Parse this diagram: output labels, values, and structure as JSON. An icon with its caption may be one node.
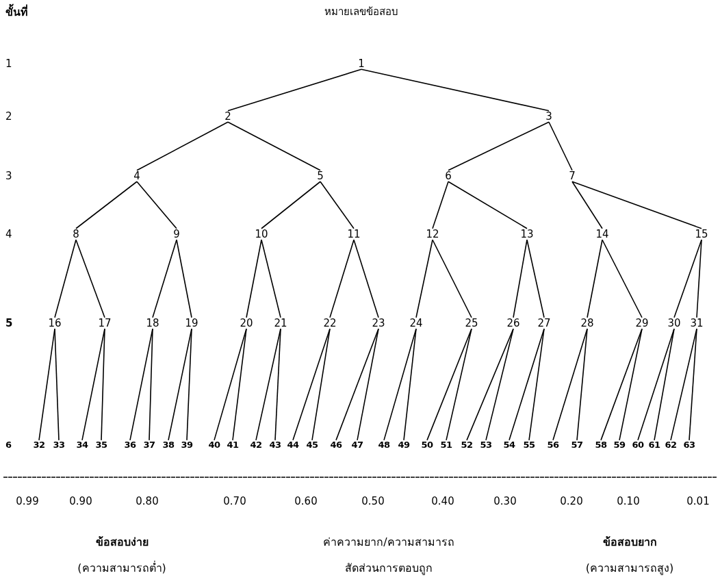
{
  "diagram": {
    "nodes": [
      {
        "text": [
          "1"
        ]
      },
      {
        "text": [
          "2"
        ]
      },
      {
        "text": [
          "3"
        ]
      },
      {
        "text": [
          "4"
        ]
      },
      {
        "text": [
          "5"
        ]
      },
      {
        "text": [
          "6"
        ]
      },
      {
        "text": [
          "7"
        ]
      },
      {
        "text": [
          "8"
        ]
      },
      {
        "text": [
          "9"
        ]
      },
      {
        "text": [
          "10"
        ]
      },
      {
        "text": [
          "11"
        ]
      },
      {
        "text": [
          "12"
        ]
      },
      {
        "text": [
          "13"
        ]
      },
      {
        "text": [
          "14"
        ]
      },
      {
        "text": [
          "15"
        ]
      },
      {
        "text": [
          "16"
        ]
      },
      {
        "text": [
          "17"
        ]
      },
      {
        "text": [
          "18"
        ]
      },
      {
        "text": [
          "19"
        ]
      },
      {
        "text": [
          "20"
        ]
      },
      {
        "text": [
          "21"
        ]
      },
      {
        "text": [
          "22"
        ]
      },
      {
        "text": [
          "23"
        ]
      },
      {
        "text": [
          "24"
        ]
      },
      {
        "text": [
          "25"
        ]
      },
      {
        "text": [
          "26"
        ]
      },
      {
        "text": [
          "27"
        ]
      },
      {
        "text": [
          "28"
        ]
      },
      {
        "text": [
          "29"
        ]
      },
      {
        "text": [
          "30"
        ]
      },
      {
        "text": [
          "31"
        ]
      },
      {
        "text": [
          "32"
        ]
      },
      {
        "text": [
          "33"
        ]
      },
      {
        "text": [
          "34"
        ]
      },
      {
        "text": [
          "35"
        ]
      },
      {
        "text": [
          "36"
        ]
      },
      {
        "text": [
          "37"
        ]
      },
      {
        "text": [
          "38"
        ]
      },
      {
        "text": [
          "39"
        ]
      },
      {
        "text": [
          "40"
        ]
      },
      {
        "text": [
          "41"
        ]
      },
      {
        "text": [
          "42"
        ]
      },
      {
        "text": [
          "43"
        ]
      },
      {
        "text": [
          "44"
        ]
      },
      {
        "text": [
          "45"
        ]
      },
      {
        "text": [
          "46"
        ]
      },
      {
        "text": [
          "47"
        ]
      },
      {
        "text": [
          "48"
        ]
      },
      {
        "text": [
          "49"
        ]
      },
      {
        "text": [
          "50"
        ]
      },
      {
        "text": [
          "51"
        ]
      },
      {
        "text": [
          "52"
        ]
      },
      {
        "text": [
          "53"
        ]
      },
      {
        "text": [
          "54"
        ]
      },
      {
        "text": [
          "55"
        ]
      },
      {
        "text": [
          "56"
        ]
      },
      {
        "text": [
          "57"
        ]
      },
      {
        "text": [
          "58"
        ]
      },
      {
        "text": [
          "59"
        ]
      },
      {
        "text": [
          "60"
        ]
      },
      {
        "text": [
          "61"
        ]
      },
      {
        "text": [
          "62"
        ]
      },
      {
        "text": [
          "63"
        ]
      }
    ],
    "edges": [
      {
        "from": 0,
        "to": 1,
        "arrow": "none"
      },
      {
        "from": 0,
        "to": 2,
        "arrow": "none"
      },
      {
        "from": 1,
        "to": 3,
        "arrow": "none"
      },
      {
        "from": 1,
        "to": 4,
        "arrow": "none"
      },
      {
        "from": 2,
        "to": 5,
        "arrow": "none"
      },
      {
        "from": 2,
        "to": 6,
        "arrow": "none"
      },
      {
        "from": 3,
        "to": 7,
        "arrow": "none"
      },
      {
        "from": 3,
        "to": 8,
        "arrow": "none"
      },
      {
        "from": 4,
        "to": 9,
        "arrow": "none"
      },
      {
        "from": 4,
        "to": 10,
        "arrow": "none"
      },
      {
        "from": 5,
        "to": 11,
        "arrow": "none"
      },
      {
        "from": 5,
        "to": 12,
        "arrow": "none"
      },
      {
        "from": 6,
        "to": 13,
        "arrow": "none"
      },
      {
        "from": 6,
        "to": 14,
        "arrow": "none"
      },
      {
        "from": 7,
        "to": 15,
        "arrow": "none"
      },
      {
        "from": 7,
        "to": 16,
        "arrow": "none"
      },
      {
        "from": 8,
        "to": 17,
        "arrow": "none"
      },
      {
        "from": 8,
        "to": 18,
        "arrow": "none"
      },
      {
        "from": 9,
        "to": 19,
        "arrow": "none"
      },
      {
        "from": 9,
        "to": 20,
        "arrow": "none"
      },
      {
        "from": 10,
        "to": 21,
        "arrow": "none"
      },
      {
        "from": 10,
        "to": 22,
        "arrow": "none"
      },
      {
        "from": 11,
        "to": 23,
        "arrow": "none"
      },
      {
        "from": 11,
        "to": 24,
        "arrow": "none"
      },
      {
        "from": 12,
        "to": 25,
        "arrow": "none"
      },
      {
        "from": 12,
        "to": 26,
        "arrow": "none"
      },
      {
        "from": 13,
        "to": 27,
        "arrow": "none"
      },
      {
        "from": 13,
        "to": 28,
        "arrow": "none"
      },
      {
        "from": 14,
        "to": 29,
        "arrow": "none"
      },
      {
        "from": 14,
        "to": 30,
        "arrow": "none"
      },
      {
        "from": 15,
        "to": 31,
        "arrow": "none"
      },
      {
        "from": 15,
        "to": 32,
        "arrow": "none"
      },
      {
        "from": 16,
        "to": 33,
        "arrow": "none"
      },
      {
        "from": 16,
        "to": 34,
        "arrow": "none"
      },
      {
        "from": 17,
        "to": 35,
        "arrow": "none"
      },
      {
        "from": 17,
        "to": 36,
        "arrow": "none"
      },
      {
        "from": 18,
        "to": 37,
        "arrow": "none"
      },
      {
        "from": 18,
        "to": 38,
        "arrow": "none"
      },
      {
        "from": 19,
        "to": 39,
        "arrow": "none"
      },
      {
        "from": 19,
        "to": 40,
        "arrow": "none"
      },
      {
        "from": 20,
        "to": 41,
        "arrow": "none"
      },
      {
        "from": 20,
        "to": 42,
        "arrow": "none"
      },
      {
        "from": 21,
        "to": 43,
        "arrow": "none"
      },
      {
        "from": 21,
        "to": 44,
        "arrow": "none"
      },
      {
        "from": 22,
        "to": 45,
        "arrow": "none"
      },
      {
        "from": 22,
        "to": 46,
        "arrow": "none"
      },
      {
        "from": 23,
        "to": 47,
        "arrow": "none"
      },
      {
        "from": 23,
        "to": 48,
        "arrow": "none"
      },
      {
        "from": 24,
        "to": 49,
        "arrow": "none"
      },
      {
        "from": 24,
        "to": 50,
        "arrow": "none"
      },
      {
        "from": 25,
        "to": 51,
        "arrow": "none"
      },
      {
        "from": 25,
        "to": 52,
        "arrow": "none"
      },
      {
        "from": 26,
        "to": 53,
        "arrow": "none"
      },
      {
        "from": 26,
        "to": 54,
        "arrow": "none"
      },
      {
        "from": 27,
        "to": 55,
        "arrow": "none"
      },
      {
        "from": 27,
        "to": 56,
        "arrow": "none"
      },
      {
        "from": 28,
        "to": 57,
        "arrow": "none"
      },
      {
        "from": 28,
        "to": 58,
        "arrow": "none"
      },
      {
        "from": 29,
        "to": 59,
        "arrow": "none"
      },
      {
        "from": 29,
        "to": 60,
        "arrow": "none"
      },
      {
        "from": 30,
        "to": 61,
        "arrow": "none"
      },
      {
        "from": 30,
        "to": 62,
        "arrow": "none"
      }
    ],
    "labels": [
      "ขั้นที่",
      "หมายเลขข้อสอบ",
      "1",
      "2",
      "3",
      "4",
      "5",
      "6",
      "0.99",
      "0.90",
      "0.80",
      "0.70",
      "0.60",
      "0.50",
      "0.40",
      "0.30",
      "0.20",
      "0.10",
      "0.01",
      "ข้อสอบง่าย",
      "ค่าความยาก/ความสามารถ",
      "ข้อสอบยาก",
      "(ความสามารถต่ำ)",
      "สัดส่วนการตอบถูก",
      "(ความสามารถสูง)"
    ]
  }
}
